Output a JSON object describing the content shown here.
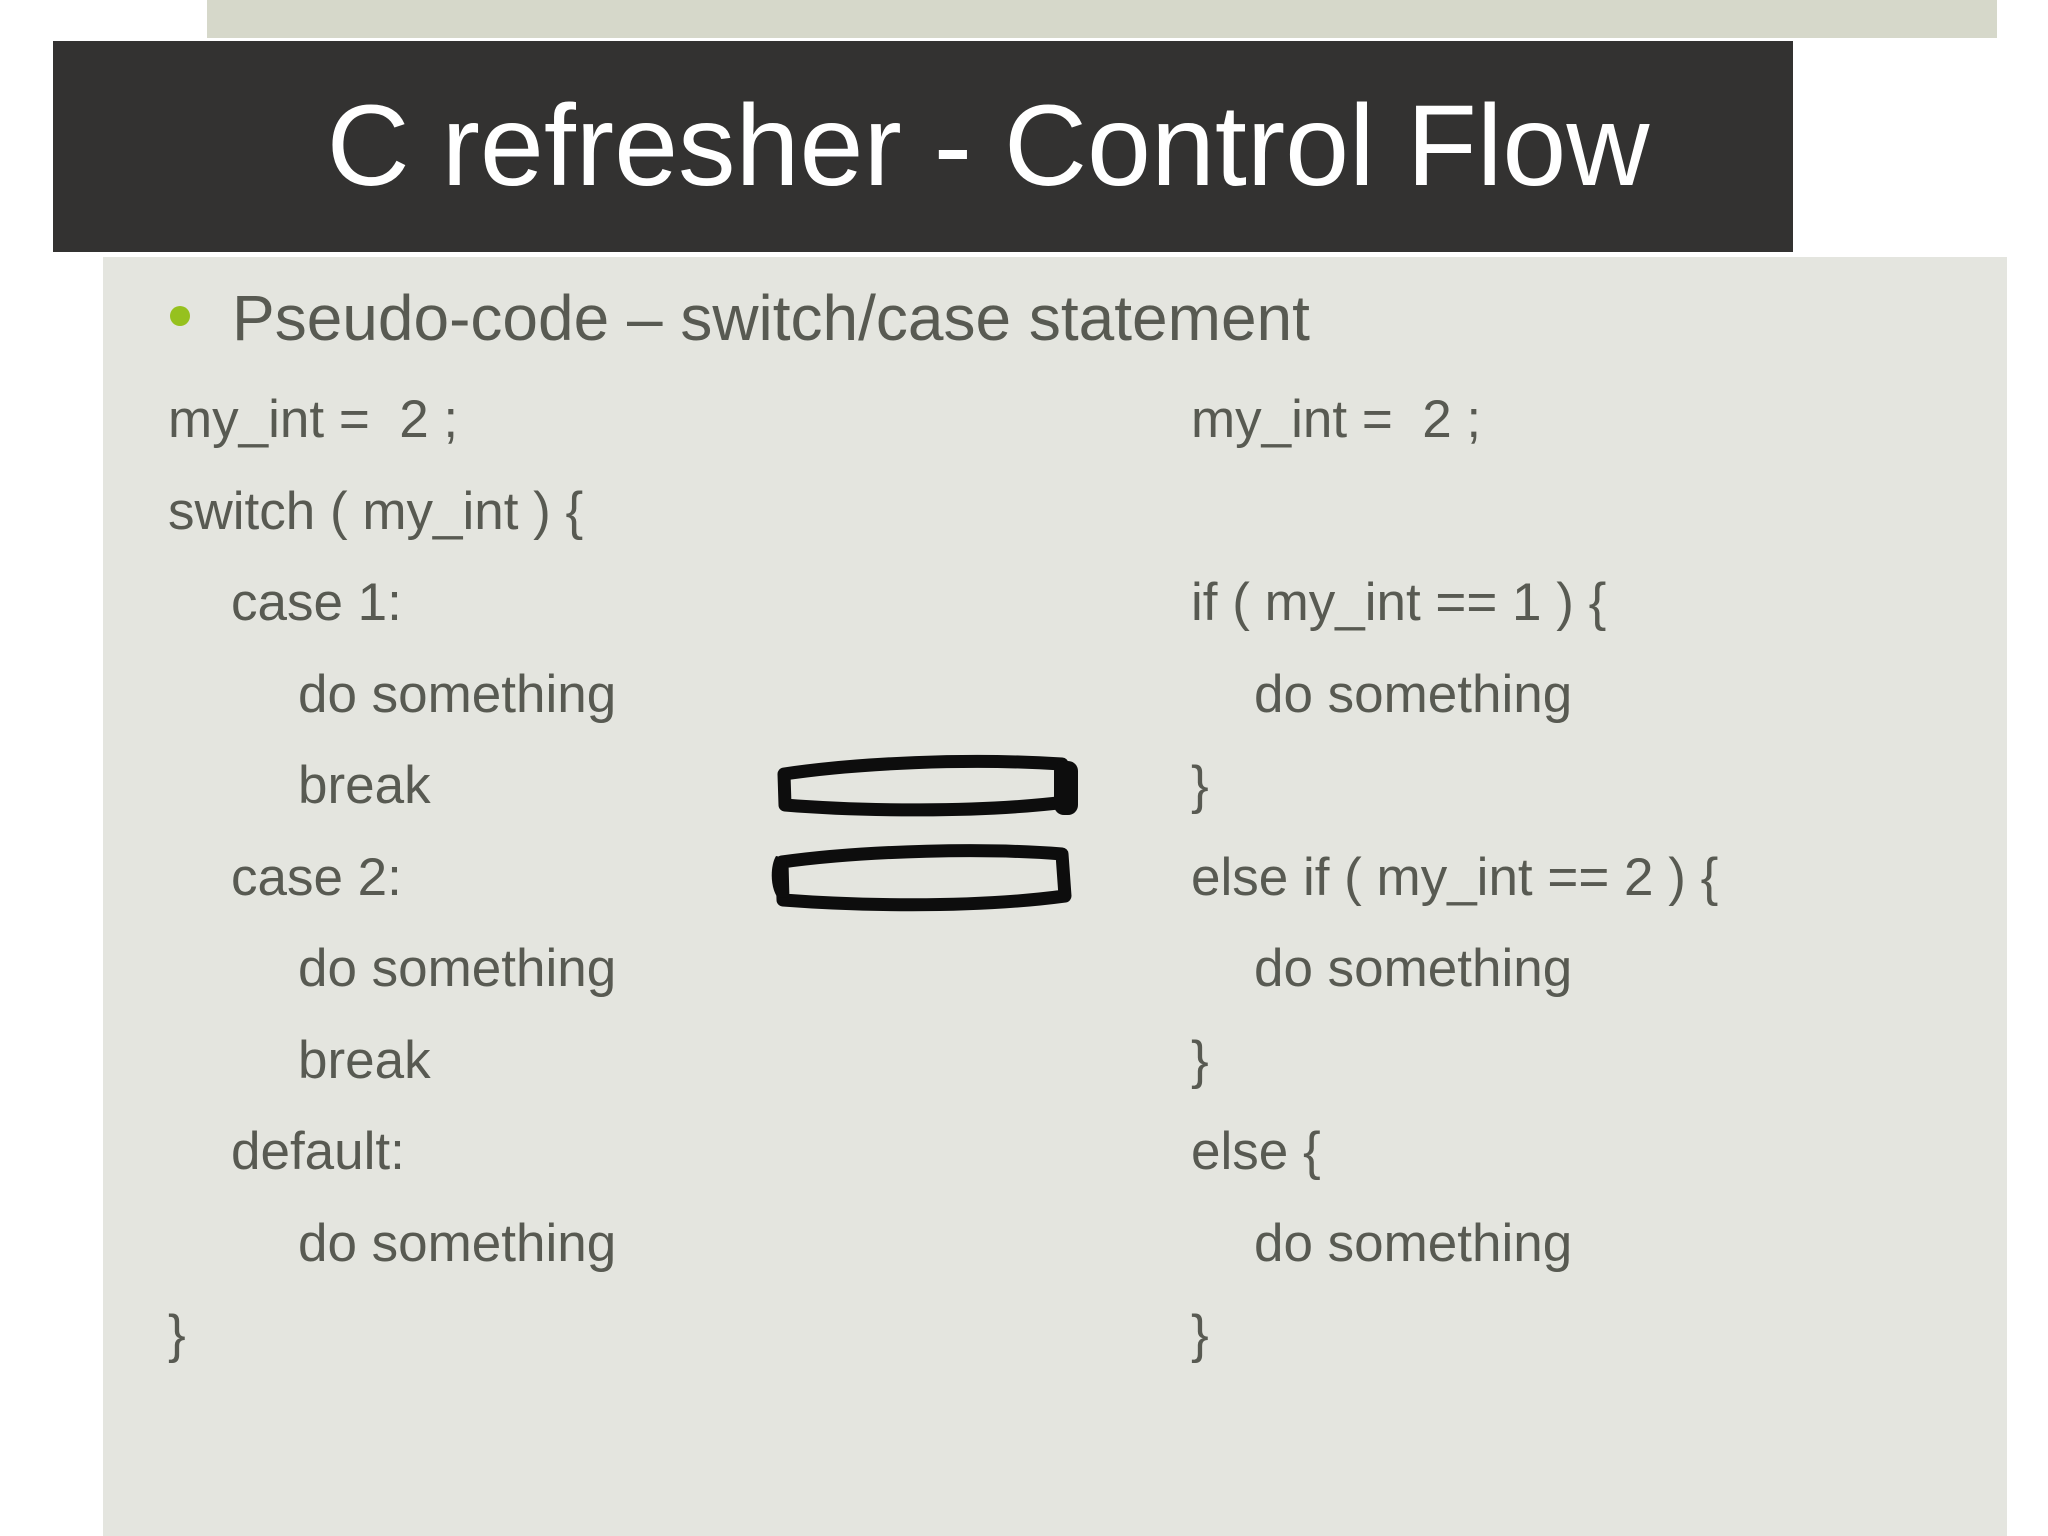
{
  "slide": {
    "title": "C refresher - Control Flow",
    "bullet": "Pseudo-code – switch/case statement",
    "code": {
      "left_lines": [
        {
          "text": "my_int =  2 ;",
          "indent": 0
        },
        {
          "text": "switch ( my_int ) {",
          "indent": 0
        },
        {
          "text": "case 1:",
          "indent": 1
        },
        {
          "text": "do something",
          "indent": 2
        },
        {
          "text": "break",
          "indent": 2
        },
        {
          "text": "case 2:",
          "indent": 1
        },
        {
          "text": "do something",
          "indent": 2
        },
        {
          "text": "break",
          "indent": 2
        },
        {
          "text": "default:",
          "indent": 1
        },
        {
          "text": "do something",
          "indent": 2
        },
        {
          "text": "}",
          "indent": 0
        }
      ],
      "right_lines": [
        {
          "text": "my_int =  2 ;",
          "indent": 0
        },
        {
          "text": "",
          "indent": 0
        },
        {
          "text": "if ( my_int == 1 ) {",
          "indent": 0
        },
        {
          "text": "do something",
          "indent": 1
        },
        {
          "text": "}",
          "indent": 0
        },
        {
          "text": "else if ( my_int == 2 ) {",
          "indent": 0
        },
        {
          "text": "do something",
          "indent": 1
        },
        {
          "text": "}",
          "indent": 0
        },
        {
          "text": "else {",
          "indent": 0
        },
        {
          "text": "do something",
          "indent": 1
        },
        {
          "text": "}",
          "indent": 0
        }
      ]
    },
    "equals_symbol": "=",
    "colors": {
      "title_bar": "#333231",
      "title_text": "#ffffff",
      "top_strip": "#d6d8ca",
      "content_bg": "#e4e5df",
      "code_text": "#585a52",
      "bullet_dot": "#96c11e",
      "equals_ink": "#0d0d0d"
    }
  }
}
